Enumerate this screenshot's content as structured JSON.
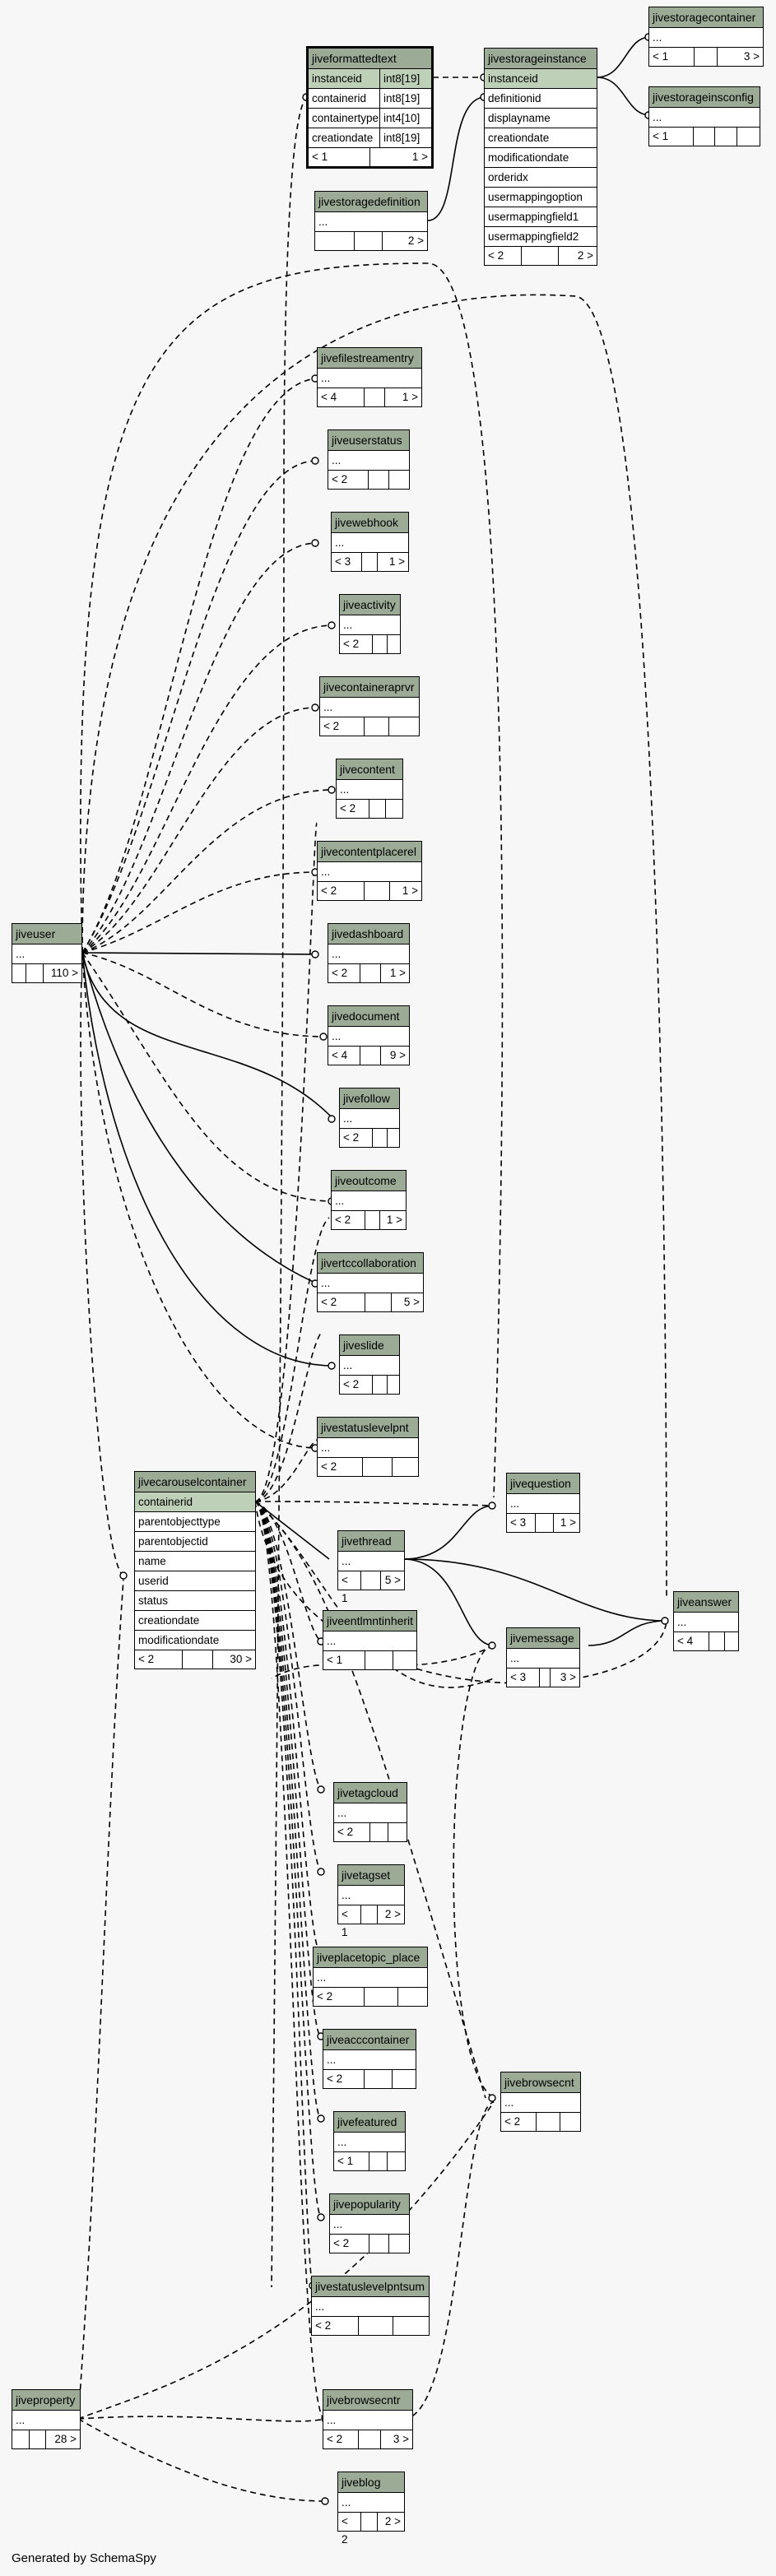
{
  "footer": "Generated by SchemaSpy",
  "tables": {
    "jiveformattedtext": {
      "name": "jiveformattedtext",
      "rows": [
        {
          "col": "instanceid",
          "type": "int8[19]"
        },
        {
          "col": "containerid",
          "type": "int8[19]"
        },
        {
          "col": "containertype",
          "type": "int4[10]"
        },
        {
          "col": "creationdate",
          "type": "int8[19]"
        }
      ],
      "foot_left": "< 1",
      "foot_right": "1 >"
    },
    "jivestorageinstance": {
      "name": "jivestorageinstance",
      "rows": [
        "instanceid",
        "definitionid",
        "displayname",
        "creationdate",
        "modificationdate",
        "orderidx",
        "usermappingoption",
        "usermappingfield1",
        "usermappingfield2"
      ],
      "foot_left": "< 2",
      "foot_right": "2 >"
    },
    "jivestoragecontainer": {
      "name": "jivestoragecontainer",
      "ellipsis": "...",
      "foot_left": "< 1",
      "foot_right": "3 >"
    },
    "jivestorageinsconfig": {
      "name": "jivestorageinsconfig",
      "ellipsis": "...",
      "foot_left": "< 1",
      "foot_right": ""
    },
    "jivestoragedefinition": {
      "name": "jivestoragedefinition",
      "ellipsis": "...",
      "foot_left": "",
      "foot_right": "2 >"
    },
    "jivefilestreamentry": {
      "name": "jivefilestreamentry",
      "ellipsis": "...",
      "foot_left": "< 4",
      "foot_right": "1 >"
    },
    "jiveuserstatus": {
      "name": "jiveuserstatus",
      "ellipsis": "...",
      "foot_left": "< 2",
      "foot_right": ""
    },
    "jivewebhook": {
      "name": "jivewebhook",
      "ellipsis": "...",
      "foot_left": "< 3",
      "foot_right": "1 >"
    },
    "jiveactivity": {
      "name": "jiveactivity",
      "ellipsis": "...",
      "foot_left": "< 2",
      "foot_right": ""
    },
    "jivecontaineraprvr": {
      "name": "jivecontaineraprvr",
      "ellipsis": "...",
      "foot_left": "< 2",
      "foot_right": ""
    },
    "jivecontent": {
      "name": "jivecontent",
      "ellipsis": "...",
      "foot_left": "< 2",
      "foot_right": ""
    },
    "jivecontentplacerel": {
      "name": "jivecontentplacerel",
      "ellipsis": "...",
      "foot_left": "< 2",
      "foot_right": "1 >"
    },
    "jiveuser": {
      "name": "jiveuser",
      "ellipsis": "...",
      "foot_left": "",
      "foot_right": "110 >"
    },
    "jivedashboard": {
      "name": "jivedashboard",
      "ellipsis": "...",
      "foot_left": "< 2",
      "foot_right": "1 >"
    },
    "jivedocument": {
      "name": "jivedocument",
      "ellipsis": "...",
      "foot_left": "< 4",
      "foot_right": "9 >"
    },
    "jivefollow": {
      "name": "jivefollow",
      "ellipsis": "...",
      "foot_left": "< 2",
      "foot_right": ""
    },
    "jiveoutcome": {
      "name": "jiveoutcome",
      "ellipsis": "...",
      "foot_left": "< 2",
      "foot_right": "1 >"
    },
    "jivertccollaboration": {
      "name": "jivertccollaboration",
      "ellipsis": "...",
      "foot_left": "< 2",
      "foot_right": "5 >"
    },
    "jiveslide": {
      "name": "jiveslide",
      "ellipsis": "...",
      "foot_left": "< 2",
      "foot_right": ""
    },
    "jivestatuslevelpnt": {
      "name": "jivestatuslevelpnt",
      "ellipsis": "...",
      "foot_left": "< 2",
      "foot_right": ""
    },
    "jivecarouselcontainer": {
      "name": "jivecarouselcontainer",
      "rows": [
        "containerid",
        "parentobjecttype",
        "parentobjectid",
        "name",
        "userid",
        "status",
        "creationdate",
        "modificationdate"
      ],
      "foot_left": "< 2",
      "foot_right": "30 >"
    },
    "jivequestion": {
      "name": "jivequestion",
      "ellipsis": "...",
      "foot_left": "< 3",
      "foot_right": "1 >"
    },
    "jivethread": {
      "name": "jivethread",
      "ellipsis": "...",
      "foot_left": "< 1",
      "foot_right": "5 >"
    },
    "jiveentlmntinherit": {
      "name": "jiveentlmntinherit",
      "ellipsis": "...",
      "foot_left": "< 1",
      "foot_right": ""
    },
    "jivemessage": {
      "name": "jivemessage",
      "ellipsis": "...",
      "foot_left": "< 3",
      "foot_right": "3 >"
    },
    "jiveanswer": {
      "name": "jiveanswer",
      "ellipsis": "...",
      "foot_left": "< 4",
      "foot_right": ""
    },
    "jivetagcloud": {
      "name": "jivetagcloud",
      "ellipsis": "...",
      "foot_left": "< 2",
      "foot_right": ""
    },
    "jivetagset": {
      "name": "jivetagset",
      "ellipsis": "...",
      "foot_left": "< 1",
      "foot_right": "2 >"
    },
    "jiveplacetopic_place": {
      "name": "jiveplacetopic_place",
      "ellipsis": "...",
      "foot_left": "< 2",
      "foot_right": ""
    },
    "jiveacccontainer": {
      "name": "jiveacccontainer",
      "ellipsis": "...",
      "foot_left": "< 2",
      "foot_right": ""
    },
    "jivefeatured": {
      "name": "jivefeatured",
      "ellipsis": "...",
      "foot_left": "< 1",
      "foot_right": ""
    },
    "jivepopularity": {
      "name": "jivepopularity",
      "ellipsis": "...",
      "foot_left": "< 2",
      "foot_right": ""
    },
    "jivestatuslevelpntsum": {
      "name": "jivestatuslevelpntsum",
      "ellipsis": "...",
      "foot_left": "< 2",
      "foot_right": ""
    },
    "jivebrowsecnt": {
      "name": "jivebrowsecnt",
      "ellipsis": "...",
      "foot_left": "< 2",
      "foot_right": ""
    },
    "jiveproperty": {
      "name": "jiveproperty",
      "ellipsis": "...",
      "foot_left": "",
      "foot_right": "28 >"
    },
    "jivebrowsecntr": {
      "name": "jivebrowsecntr",
      "ellipsis": "...",
      "foot_left": "< 2",
      "foot_right": "3 >"
    },
    "jiveblog": {
      "name": "jiveblog",
      "ellipsis": "...",
      "foot_left": "< 2",
      "foot_right": "2 >"
    }
  }
}
